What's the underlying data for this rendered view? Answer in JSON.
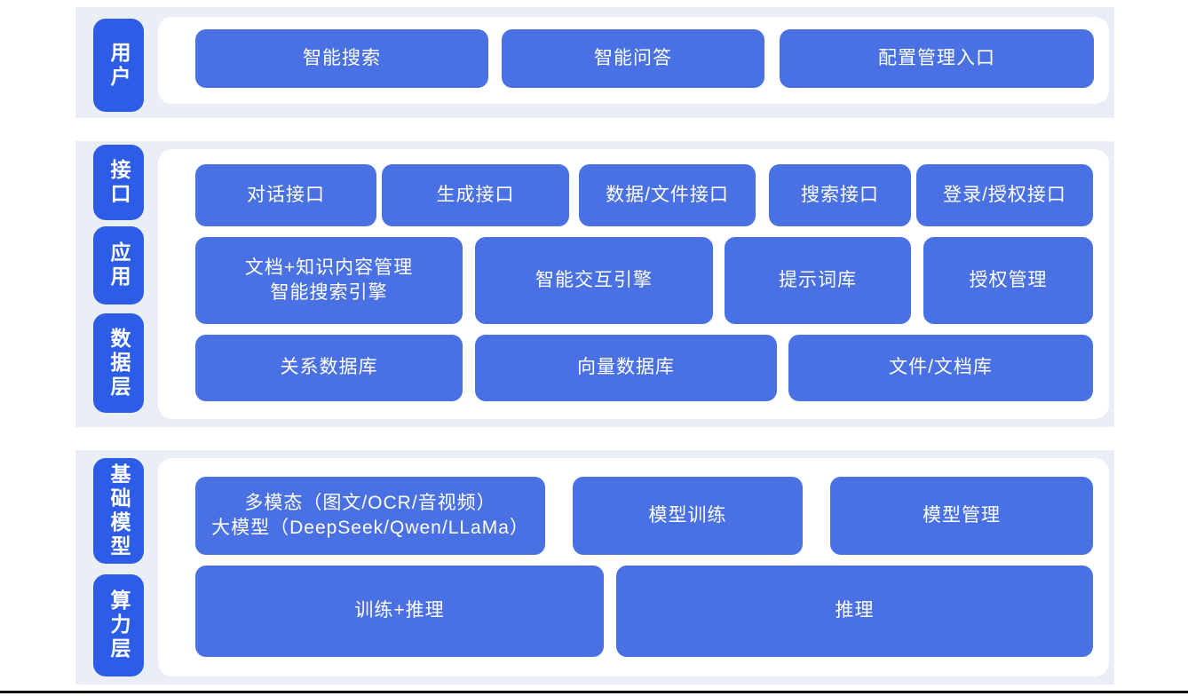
{
  "colors": {
    "page_bg": "#ffffff",
    "band_bg": "#e9eef7",
    "panel_bg": "#ffffff",
    "box_bg": "#4a71e4",
    "label_bg": "#2d5ce6",
    "box_text": "#ffffff",
    "rule_color": "#111111"
  },
  "layers": {
    "user": {
      "label": "用户",
      "boxes": {
        "smart_search": "智能搜索",
        "smart_qa": "智能问答",
        "config_entry": "配置管理入口"
      }
    },
    "interface": {
      "label": "接口",
      "boxes": {
        "dialog_api": "对话接口",
        "generate_api": "生成接口",
        "data_file_api": "数据/文件接口",
        "search_api": "搜索接口",
        "login_auth_api": "登录/授权接口"
      }
    },
    "application": {
      "label": "应用",
      "boxes": {
        "doc_knowledge_line1": "文档+知识内容管理",
        "doc_knowledge_line2": "智能搜索引擎",
        "interaction_engine": "智能交互引擎",
        "prompt_library": "提示词库",
        "auth_management": "授权管理"
      }
    },
    "data": {
      "label": "数据层",
      "boxes": {
        "relational_db": "关系数据库",
        "vector_db": "向量数据库",
        "file_doc_db": "文件/文档库"
      }
    },
    "foundation_model": {
      "label": "基础模型",
      "boxes": {
        "multimodal_line1": "多模态（图文/OCR/音视频）",
        "multimodal_line2": "大模型（DeepSeek/Qwen/LLaMa）",
        "model_training": "模型训练",
        "model_management": "模型管理"
      }
    },
    "compute": {
      "label": "算力层",
      "boxes": {
        "training_inference": "训练+推理",
        "inference": "推理"
      }
    }
  }
}
